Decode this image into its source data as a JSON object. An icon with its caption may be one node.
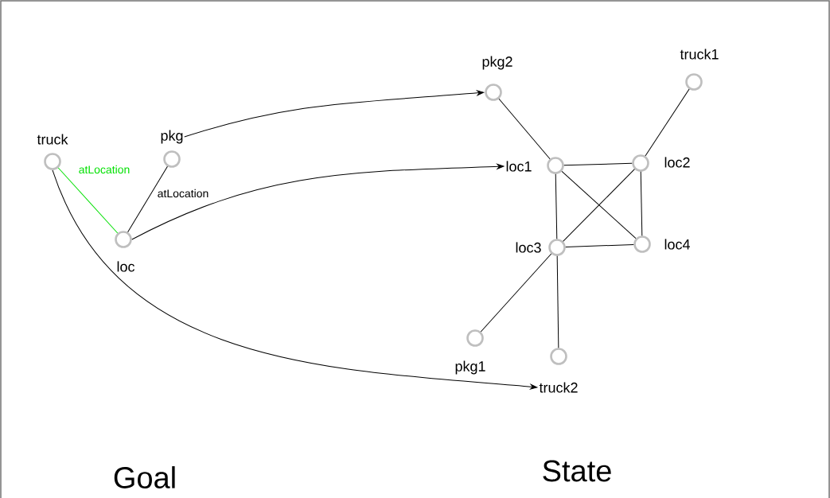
{
  "diagram": {
    "nodes": [
      {
        "text": [
          "truck"
        ]
      },
      {
        "text": [
          "pkg"
        ]
      },
      {
        "text": [
          "loc"
        ]
      },
      {
        "text": [
          "pkg2"
        ]
      },
      {
        "text": [
          "truck1"
        ]
      },
      {
        "text": [
          "loc1"
        ]
      },
      {
        "text": [
          "loc2"
        ]
      },
      {
        "text": [
          "loc3"
        ]
      },
      {
        "text": [
          "loc4"
        ]
      },
      {
        "text": [
          "pkg1"
        ]
      },
      {
        "text": [
          "truck2"
        ]
      }
    ],
    "edges": [
      {
        "from": 0,
        "to": 2,
        "arrow": "none",
        "label": "atLocation",
        "color": "#00e000"
      },
      {
        "from": 1,
        "to": 2,
        "arrow": "none",
        "label": "atLocation"
      },
      {
        "from": 1,
        "to": 3,
        "arrow": "to"
      },
      {
        "from": 2,
        "to": 5,
        "arrow": "to"
      },
      {
        "from": 0,
        "to": 10,
        "arrow": "to"
      },
      {
        "from": 3,
        "to": 5,
        "arrow": "none"
      },
      {
        "from": 4,
        "to": 6,
        "arrow": "none"
      },
      {
        "from": 5,
        "to": 6,
        "arrow": "none"
      },
      {
        "from": 5,
        "to": 7,
        "arrow": "none"
      },
      {
        "from": 5,
        "to": 8,
        "arrow": "none"
      },
      {
        "from": 6,
        "to": 7,
        "arrow": "none"
      },
      {
        "from": 6,
        "to": 8,
        "arrow": "none"
      },
      {
        "from": 7,
        "to": 8,
        "arrow": "none"
      },
      {
        "from": 7,
        "to": 9,
        "arrow": "none"
      },
      {
        "from": 7,
        "to": 10,
        "arrow": "none"
      }
    ],
    "labels": [
      "Goal",
      "State"
    ]
  }
}
